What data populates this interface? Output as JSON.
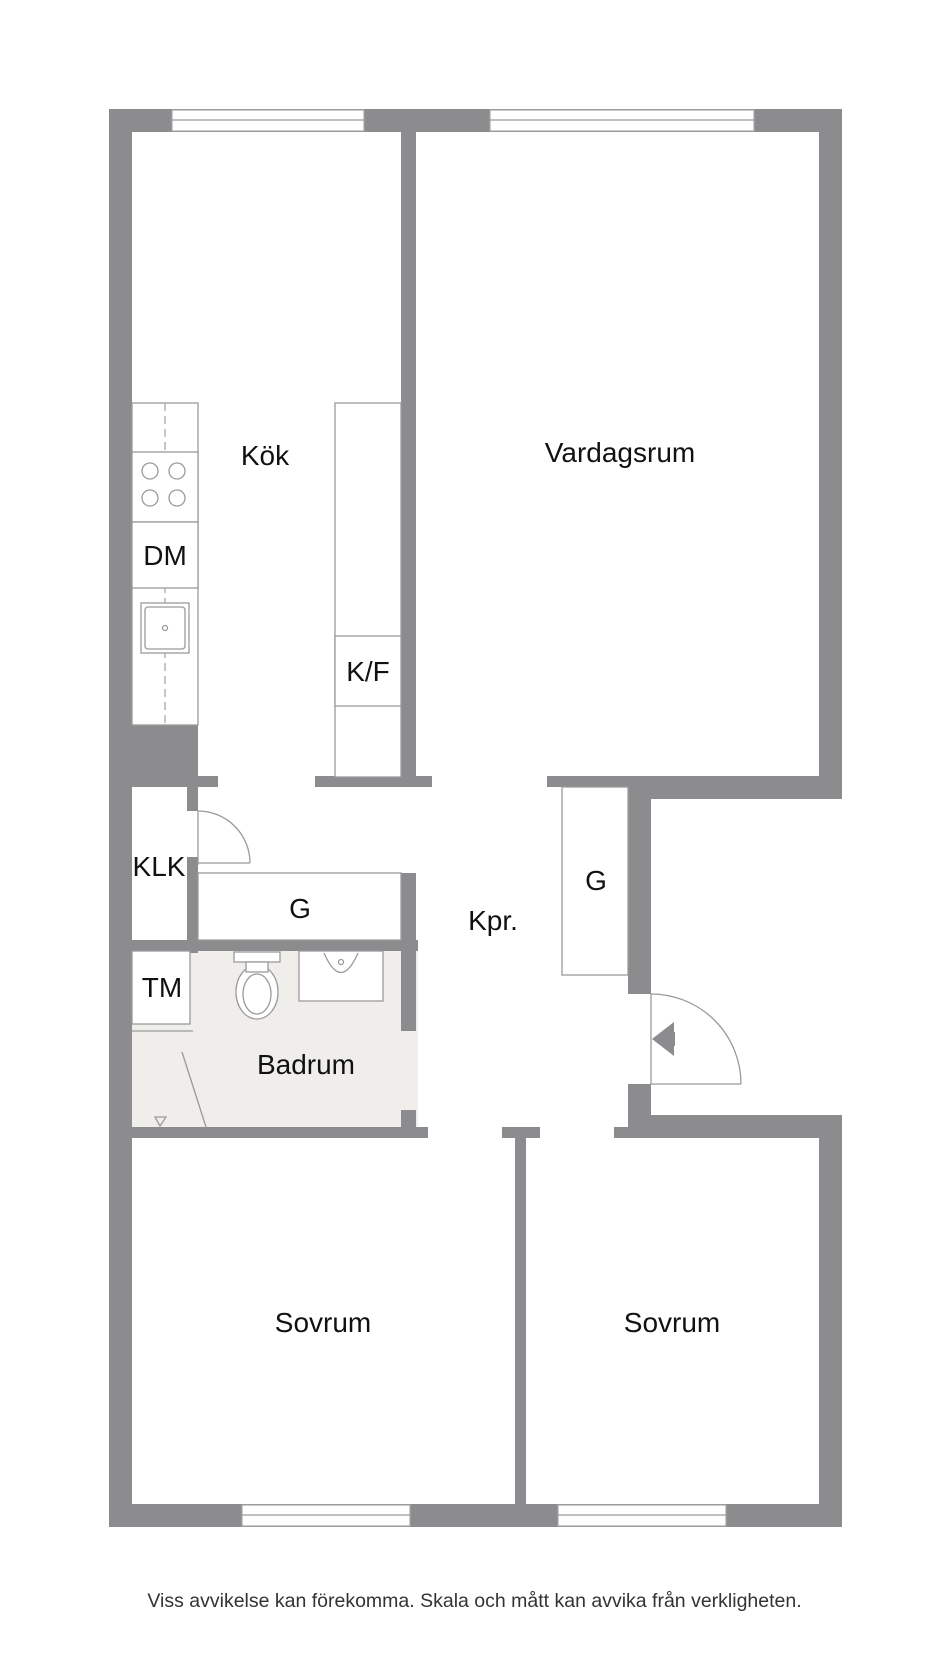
{
  "rooms": {
    "kitchen": "Kök",
    "living": "Vardagsrum",
    "dishwasher": "DM",
    "fridge_freezer": "K/F",
    "linen_closet": "KLK",
    "wardrobe_left": "G",
    "wardrobe_right": "G",
    "hallway": "Kpr.",
    "washing_machine": "TM",
    "bathroom": "Badrum",
    "bedroom_left": "Sovrum",
    "bedroom_right": "Sovrum"
  },
  "disclaimer": "Viss avvikelse kan förekomma. Skala och mått kan avvika från verkligheten.",
  "colors": {
    "wall": "#8c8c8e",
    "bathroom_floor": "#f0eeea",
    "background": "#ffffff"
  }
}
